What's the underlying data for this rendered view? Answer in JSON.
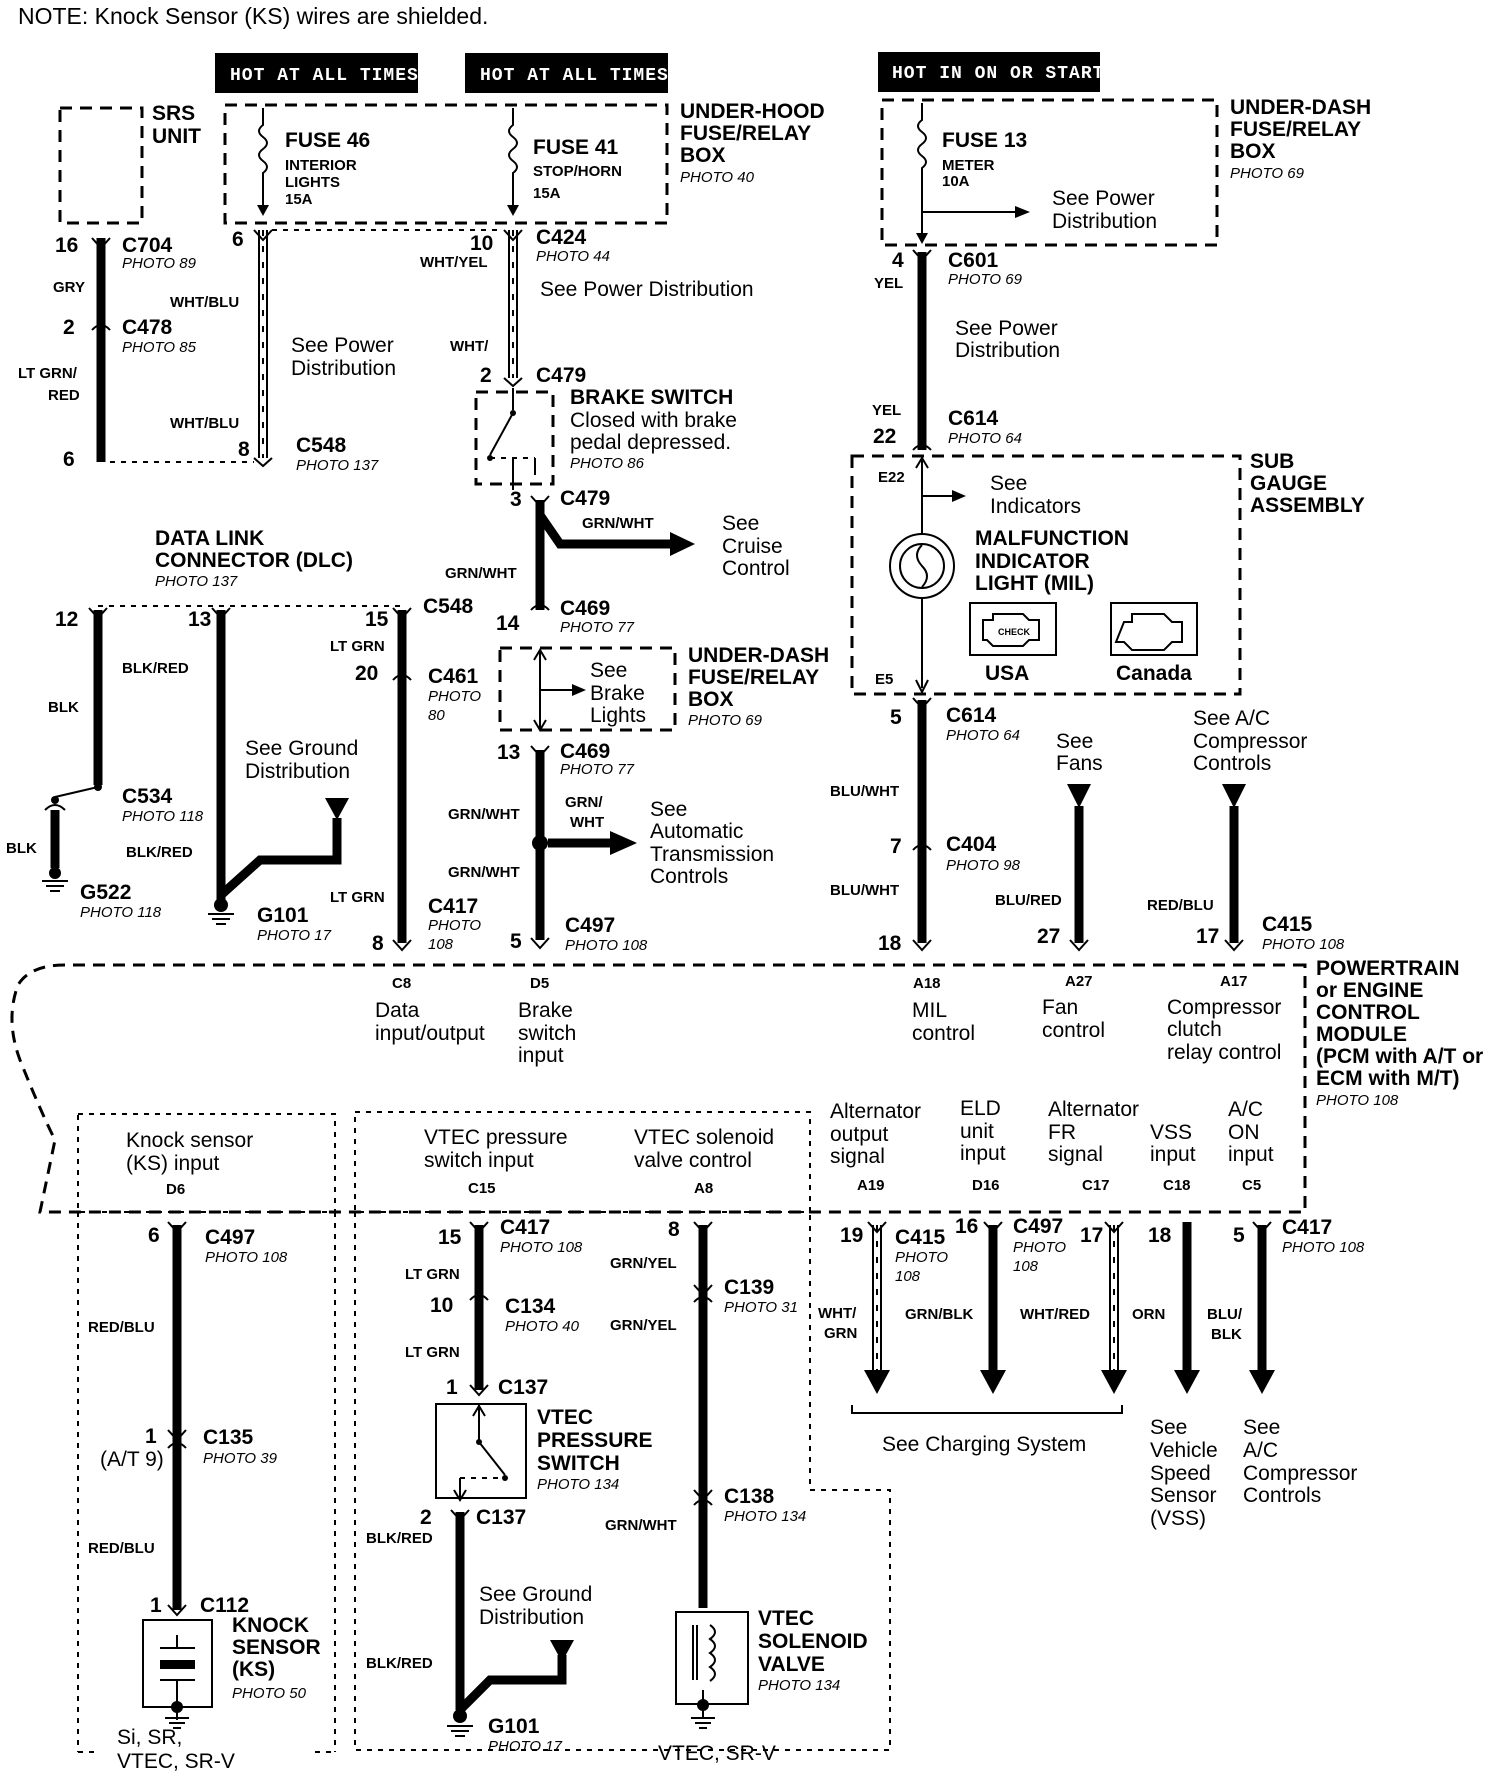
{
  "note": "NOTE: Knock Sensor (KS) wires are shielded.",
  "headers": {
    "h1": "HOT AT ALL TIMES",
    "h2": "HOT AT ALL TIMES",
    "h3": "HOT IN ON OR START"
  },
  "srs": {
    "line1": "SRS",
    "line2": "UNIT"
  },
  "underhood": {
    "line1": "UNDER-HOOD",
    "line2": "FUSE/RELAY",
    "line3": "BOX",
    "photo": "PHOTO 40"
  },
  "fuse46": {
    "name": "FUSE 46",
    "desc1": "INTERIOR",
    "desc2": "LIGHTS",
    "amps": "15A"
  },
  "fuse41": {
    "name": "FUSE  41",
    "desc1": "STOP/HORN",
    "amps": "15A"
  },
  "underdash1": {
    "line1": "UNDER-DASH",
    "line2": "FUSE/RELAY",
    "line3": "BOX",
    "photo": "PHOTO 69"
  },
  "fuse13": {
    "name": "FUSE 13",
    "desc1": "METER",
    "amps": "10A"
  },
  "see_power_dist": [
    "See Power",
    "Distribution"
  ],
  "see_power_dist_one": "See Power Distribution",
  "c704": {
    "pin": "16",
    "name": "C704",
    "photo": "PHOTO 89"
  },
  "c424": {
    "pin": "10",
    "name": "C424",
    "photo": "PHOTO 44"
  },
  "c601": {
    "pin": "4",
    "name": "C601",
    "photo": "PHOTO 69"
  },
  "c478": {
    "pin": "2",
    "name": "C478",
    "photo": "PHOTO 85"
  },
  "c548a": {
    "pin6": "6",
    "pin8": "8",
    "name": "C548",
    "photo": "PHOTO 137"
  },
  "c479": {
    "pin2": "2",
    "pin3": "3",
    "name": "C479"
  },
  "brake_switch": {
    "title": "BRAKE SWITCH",
    "line1": "Closed with brake",
    "line2": "pedal depressed.",
    "photo": "PHOTO 86"
  },
  "c614a": {
    "pin": "22",
    "name": "C614",
    "photo": "PHOTO 64"
  },
  "sub_gauge": {
    "line1": "SUB",
    "line2": "GAUGE",
    "line3": "ASSEMBLY",
    "e22": "E22",
    "e5": "E5",
    "see1": "See",
    "see2": "Indicators"
  },
  "mil": {
    "line1": "MALFUNCTION",
    "line2": "INDICATOR",
    "line3": "LIGHT (MIL)",
    "usa": "USA",
    "canada": "Canada",
    "check": "CHECK"
  },
  "cruise": {
    "l1": "See",
    "l2": "Cruise",
    "l3": "Control"
  },
  "dlc": {
    "line1": "DATA LINK",
    "line2": "CONNECTOR (DLC)",
    "photo": "PHOTO 137",
    "p12": "12",
    "p13": "13",
    "p15": "15",
    "c548": "C548"
  },
  "c469a": {
    "pin": "14",
    "name": "C469",
    "photo": "PHOTO 77"
  },
  "c469b": {
    "pin": "13",
    "name": "C469",
    "photo": "PHOTO 77"
  },
  "underdash2": {
    "line1": "UNDER-DASH",
    "line2": "FUSE/RELAY",
    "line3": "BOX",
    "photo": "PHOTO 69",
    "see1": "See",
    "see2": "Brake",
    "see3": "Lights"
  },
  "c461": {
    "pin": "20",
    "name": "C461",
    "photo1": "PHOTO",
    "photo2": "80"
  },
  "c534": {
    "name": "C534",
    "photo": "PHOTO 118"
  },
  "see_ground": [
    "See Ground",
    "Distribution"
  ],
  "g522": {
    "name": "G522",
    "photo": "PHOTO 118"
  },
  "g101a": {
    "name": "G101",
    "photo": "PHOTO 17"
  },
  "atc": {
    "l1": "See",
    "l2": "Automatic",
    "l3": "Transmission",
    "l4": "Controls"
  },
  "c614b": {
    "pin": "5",
    "name": "C614",
    "photo": "PHOTO 64"
  },
  "fans": {
    "l1": "See",
    "l2": "Fans"
  },
  "ac_ctrl": {
    "l1": "See A/C",
    "l2": "Compressor",
    "l3": "Controls"
  },
  "c404": {
    "pin": "7",
    "name": "C404",
    "photo": "PHOTO 98"
  },
  "c417a": {
    "pin": "8",
    "name": "C417",
    "photo1": "PHOTO",
    "photo2": "108"
  },
  "c497a": {
    "pin": "5",
    "name": "C497",
    "photo": "PHOTO 108"
  },
  "c415a": {
    "p18": "18",
    "p27": "27",
    "p17": "17",
    "name": "C415",
    "photo": "PHOTO 108"
  },
  "pcm": {
    "l1": "POWERTRAIN",
    "l2": "or ENGINE",
    "l3": "CONTROL",
    "l4": "MODULE",
    "l5": "(PCM with A/T or",
    "l6": "ECM with M/T)",
    "photo": "PHOTO 108"
  },
  "pins_top": {
    "c8": {
      "id": "C8",
      "l1": "Data",
      "l2": "input/output"
    },
    "d5": {
      "id": "D5",
      "l1": "Brake",
      "l2": "switch",
      "l3": "input"
    },
    "a18": {
      "id": "A18",
      "l1": "MIL",
      "l2": "control"
    },
    "a27": {
      "id": "A27",
      "l1": "Fan",
      "l2": "control"
    },
    "a17": {
      "id": "A17",
      "l1": "Compressor",
      "l2": "clutch",
      "l3": "relay control"
    }
  },
  "pins_bottom": {
    "d6": {
      "id": "D6",
      "l1": "Knock sensor",
      "l2": "(KS) input"
    },
    "c15": {
      "id": "C15",
      "l1": "VTEC pressure",
      "l2": "switch input"
    },
    "a8": {
      "id": "A8",
      "l1": "VTEC solenoid",
      "l2": "valve control"
    },
    "a19": {
      "id": "A19",
      "l1": "Alternator",
      "l2": "output",
      "l3": "signal"
    },
    "d16": {
      "id": "D16",
      "l1": "ELD",
      "l2": "unit",
      "l3": "input"
    },
    "c17": {
      "id": "C17",
      "l1": "Alternator",
      "l2": "FR",
      "l3": "signal"
    },
    "c18": {
      "id": "C18",
      "l1": "VSS",
      "l2": "input"
    },
    "c5": {
      "id": "C5",
      "l1": "A/C",
      "l2": "ON",
      "l3": "input"
    }
  },
  "c497b": {
    "pin": "6",
    "name": "C497",
    "photo": "PHOTO 108"
  },
  "c135": {
    "pin": "1",
    "name": "C135",
    "photo": "PHOTO 39",
    "at": "(A/T 9)"
  },
  "c112": {
    "pin": "1",
    "name": "C112"
  },
  "knock": {
    "l1": "KNOCK",
    "l2": "SENSOR",
    "l3": "(KS)",
    "photo": "PHOTO 50",
    "note1": "Si, SR,",
    "note2": "VTEC, SR-V"
  },
  "c417b": {
    "pin": "15",
    "name": "C417",
    "photo": "PHOTO 108"
  },
  "c134": {
    "pin": "10",
    "name": "C134",
    "photo": "PHOTO 40"
  },
  "c137": {
    "pin1": "1",
    "pin2": "2",
    "name": "C137"
  },
  "vtec_ps": {
    "l1": "VTEC",
    "l2": "PRESSURE",
    "l3": "SWITCH",
    "photo": "PHOTO 134"
  },
  "g101b": {
    "name": "G101",
    "photo": "PHOTO 17"
  },
  "vtec_note": "VTEC, SR-V",
  "c139": {
    "pin": "8",
    "name": "C139",
    "photo": "PHOTO 31"
  },
  "c138": {
    "name": "C138",
    "photo": "PHOTO 134"
  },
  "vtec_sv": {
    "l1": "VTEC",
    "l2": "SOLENOID",
    "l3": "VALVE",
    "photo": "PHOTO 134"
  },
  "c415b": {
    "pin": "19",
    "name": "C415",
    "photo1": "PHOTO",
    "photo2": "108"
  },
  "c497c": {
    "pin16": "16",
    "pin17": "17",
    "name": "C497",
    "photo1": "PHOTO",
    "photo2": "108"
  },
  "c417c": {
    "pin18": "18",
    "pin5": "5",
    "name": "C417",
    "photo": "PHOTO 108"
  },
  "charging": "See Charging System",
  "vss": {
    "l1": "See",
    "l2": "Vehicle",
    "l3": "Speed",
    "l4": "Sensor",
    "l5": "(VSS)"
  },
  "ac2": {
    "l1": "See",
    "l2": "A/C",
    "l3": "Compressor",
    "l4": "Controls"
  },
  "wires": {
    "gry": "GRY",
    "ltgrnred1": "LT GRN/",
    "ltgrnred2": "RED",
    "whtblu": "WHT/BLU",
    "whtyel": "WHT/YEL",
    "wht": "WHT/",
    "yel": "YEL",
    "grnwht": "GRN/WHT",
    "grn1": "GRN/",
    "grn2": "WHT",
    "blk": "BLK",
    "blkred": "BLK/RED",
    "ltgrn": "LT GRN",
    "bluwht": "BLU/WHT",
    "blured": "BLU/RED",
    "redblu": "RED/BLU",
    "grnyel": "GRN/YEL",
    "whtgrn1": "WHT/",
    "whtgrn2": "GRN",
    "grnblk": "GRN/BLK",
    "whtred": "WHT/RED",
    "orn": "ORN",
    "blublk1": "BLU/",
    "blublk2": "BLK"
  }
}
